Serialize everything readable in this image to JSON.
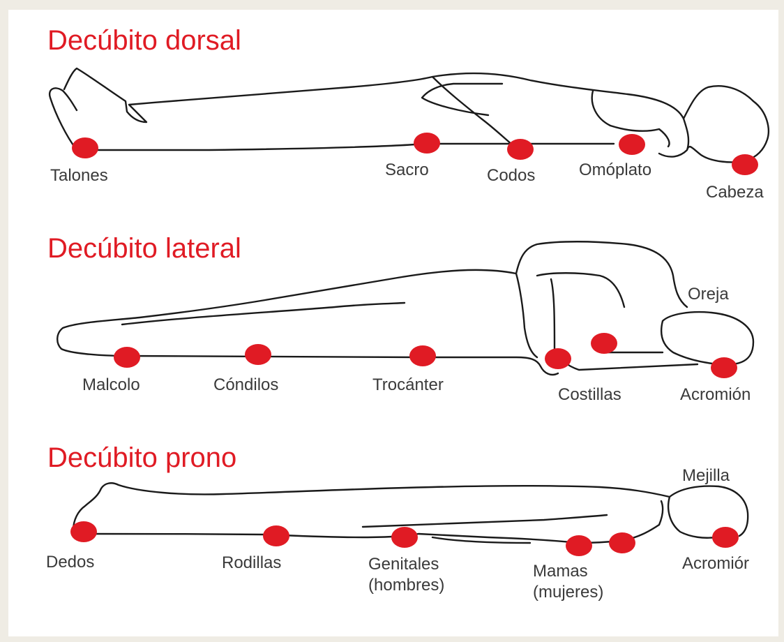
{
  "colors": {
    "accent": "#e01b24",
    "background": "#efece4",
    "panel": "#ffffff"
  },
  "sections": [
    {
      "title": "Decúbito dorsal",
      "labels": [
        "Talones",
        "Sacro",
        "Codos",
        "Omóplato",
        "Cabeza"
      ]
    },
    {
      "title": "Decúbito lateral",
      "labels": [
        "Oreja",
        "Malcolo",
        "Cóndilos",
        "Trocánter",
        "Costillas",
        "Acromión"
      ]
    },
    {
      "title": "Decúbito prono",
      "labels": [
        "Mejilla",
        "Dedos",
        "Rodillas",
        "Genitales\n(hombres)",
        "Mamas\n(mujeres)",
        "Acromiór"
      ]
    }
  ]
}
